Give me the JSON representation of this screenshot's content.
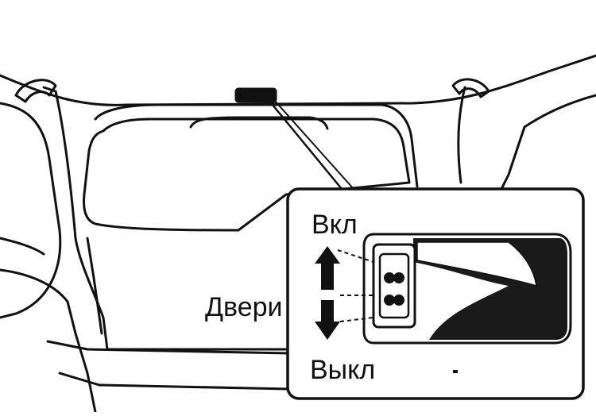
{
  "labels": {
    "on": "Вкл",
    "doors": "Двери",
    "off": "Выкл"
  },
  "colors": {
    "ink": "#111111",
    "background": "#ffffff"
  },
  "icons": {
    "arrow_up": "arrow-up-icon",
    "arrow_down": "arrow-down-icon",
    "bulb": "bulb-icon"
  }
}
